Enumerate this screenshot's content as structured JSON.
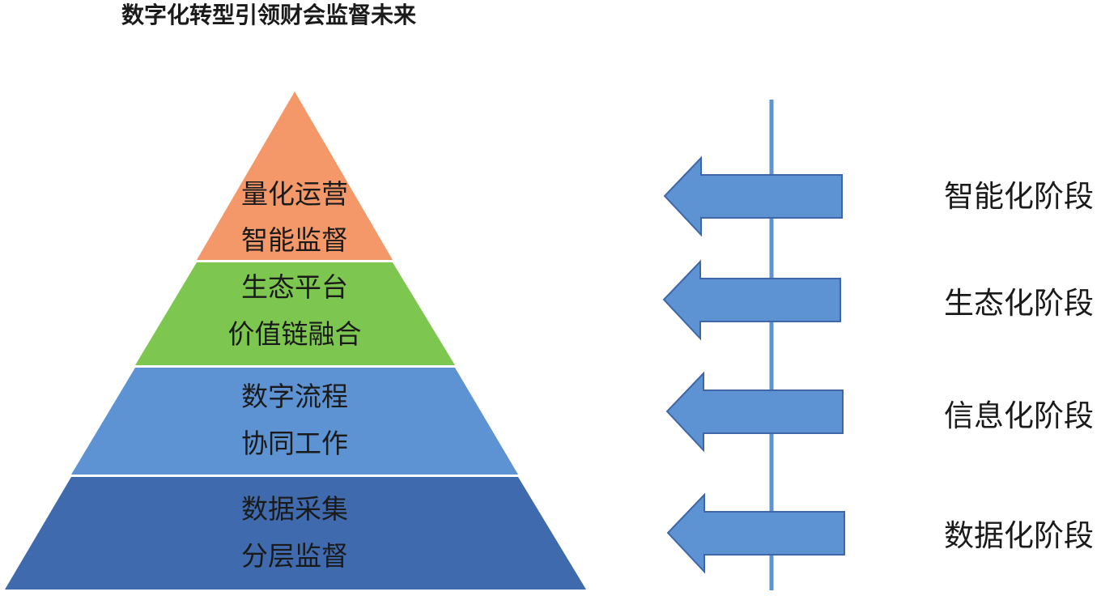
{
  "title": "数字化转型引领财会监督未来",
  "colors": {
    "apex": "#F4986A",
    "middle_top": "#7DC650",
    "middle_bottom": "#5D93D2",
    "base": "#3F6AAD",
    "arrow_fill": "#5D93D2",
    "arrow_stroke": "#3F66A6",
    "axis_line": "#5D93D2"
  },
  "pyramid": {
    "layers": [
      {
        "line1": "量化运营",
        "line2": "智能监督"
      },
      {
        "line1": "生态平台",
        "line2": "价值链融合"
      },
      {
        "line1": "数字流程",
        "line2": "协同工作"
      },
      {
        "line1": "数据采集",
        "line2": "分层监督"
      }
    ]
  },
  "stages": [
    {
      "label": "智能化阶段"
    },
    {
      "label": "生态化阶段"
    },
    {
      "label": "信息化阶段"
    },
    {
      "label": "数据化阶段"
    }
  ]
}
